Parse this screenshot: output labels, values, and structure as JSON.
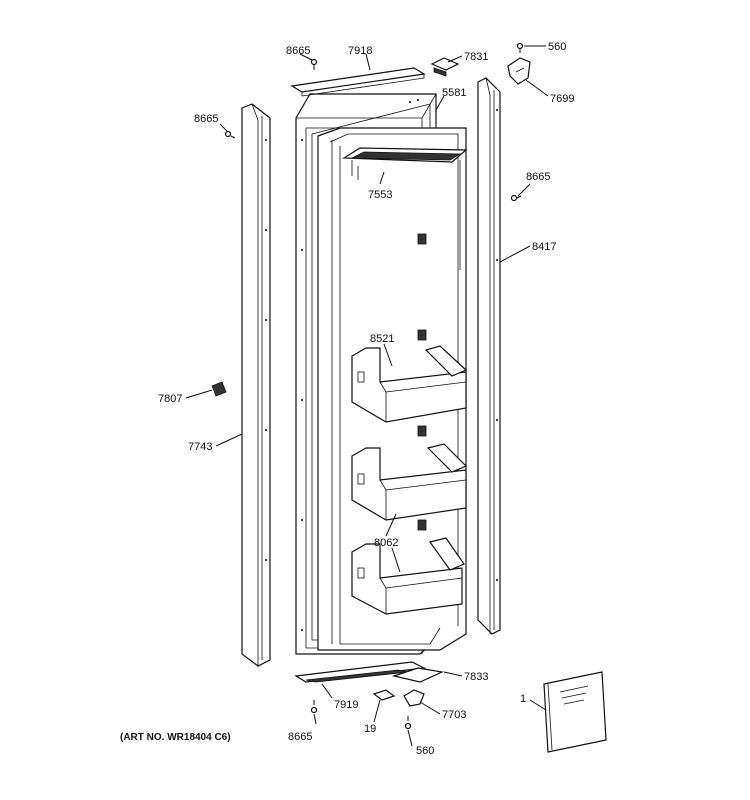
{
  "labels": {
    "l8665a": "8665",
    "l7918": "7918",
    "l7831": "7831",
    "l560a": "560",
    "l7699": "7699",
    "l8665b": "8665",
    "l5581": "5581",
    "l7553": "7553",
    "l8665c": "8665",
    "l8417": "8417",
    "l8521": "8521",
    "l7807": "7807",
    "l7743": "7743",
    "l8062": "8062",
    "l7833": "7833",
    "l7919": "7919",
    "l7703": "7703",
    "l19": "19",
    "l8665d": "8665",
    "l560b": "560",
    "l1": "1"
  },
  "art_number": "(ART NO. WR18404 C6)"
}
